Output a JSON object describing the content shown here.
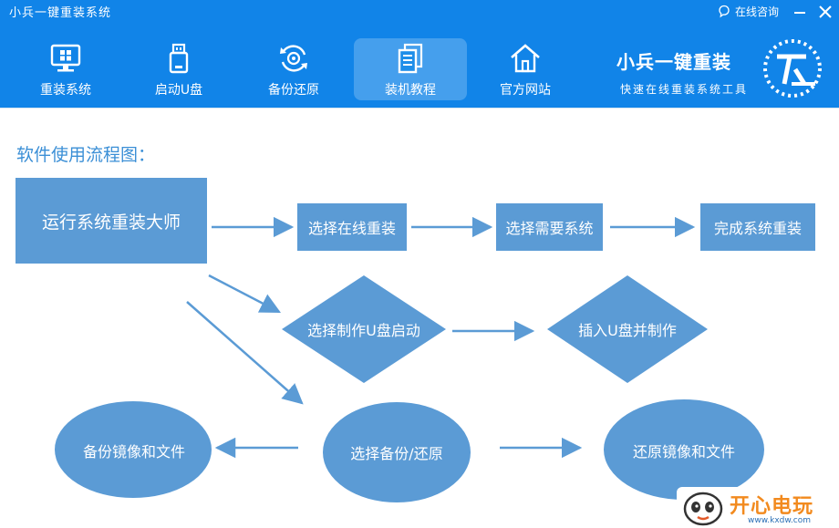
{
  "window": {
    "title": "小兵一键重装系统",
    "consult_label": "在线咨询"
  },
  "nav": {
    "items": [
      {
        "label": "重装系统",
        "icon": "monitor-icon"
      },
      {
        "label": "启动U盘",
        "icon": "usb-drive-icon"
      },
      {
        "label": "备份还原",
        "icon": "backup-restore-icon"
      },
      {
        "label": "装机教程",
        "icon": "tutorial-document-icon"
      },
      {
        "label": "官方网站",
        "icon": "home-icon"
      }
    ],
    "active_index": 3
  },
  "brand": {
    "name": "小兵一键重装",
    "subtitle": "快速在线重装系统工具"
  },
  "content": {
    "section_title": "软件使用流程图：",
    "flow": {
      "start": "运行系统重装大师",
      "online": [
        "选择在线重装",
        "选择需要系统",
        "完成系统重装"
      ],
      "usb": [
        "选择制作U盘启动",
        "插入U盘并制作"
      ],
      "backup": {
        "center": "选择备份/还原",
        "left": "备份镜像和文件",
        "right": "还原镜像和文件"
      }
    }
  },
  "watermark": {
    "text": "开心电玩",
    "url": "www.kxdw.com"
  },
  "colors": {
    "header_blue": "#1184e8",
    "node_blue": "#5b9bd5",
    "title_blue": "#3b8fd6"
  }
}
